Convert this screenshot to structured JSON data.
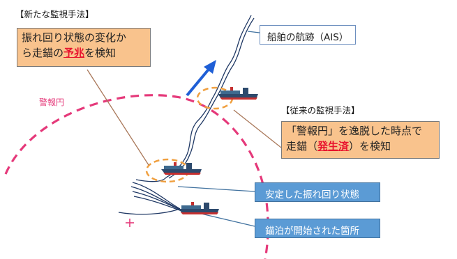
{
  "headings": {
    "new_method": "【新たな監視手法】",
    "conventional_method": "【従来の監視手法】"
  },
  "new_method_box": {
    "line1": "振れ回り状態の変化か",
    "line2_pre": "ら走錨の",
    "line2_highlight": "予兆",
    "line2_post": "を検知"
  },
  "conventional_box": {
    "line1": "「警報円」を逸脱した時点で",
    "line2_pre": "走錨（",
    "line2_highlight": "発生済",
    "line2_post": "）を検知"
  },
  "labels": {
    "alarm_circle": "警報円",
    "ship_track": "船舶の航跡（AIS）",
    "stable_swing": "安定した振れ回り状態",
    "anchor_start": "錨泊が開始された箇所"
  },
  "colors": {
    "track": "#1f3864",
    "arrow": "#1f5fd6",
    "alarm_circle": "#e5397a",
    "highlight_circle": "#f0a040",
    "orange_box": "#f9c38d",
    "blue_box": "#5b9bd5",
    "emphasis_text": "#e8122d"
  }
}
